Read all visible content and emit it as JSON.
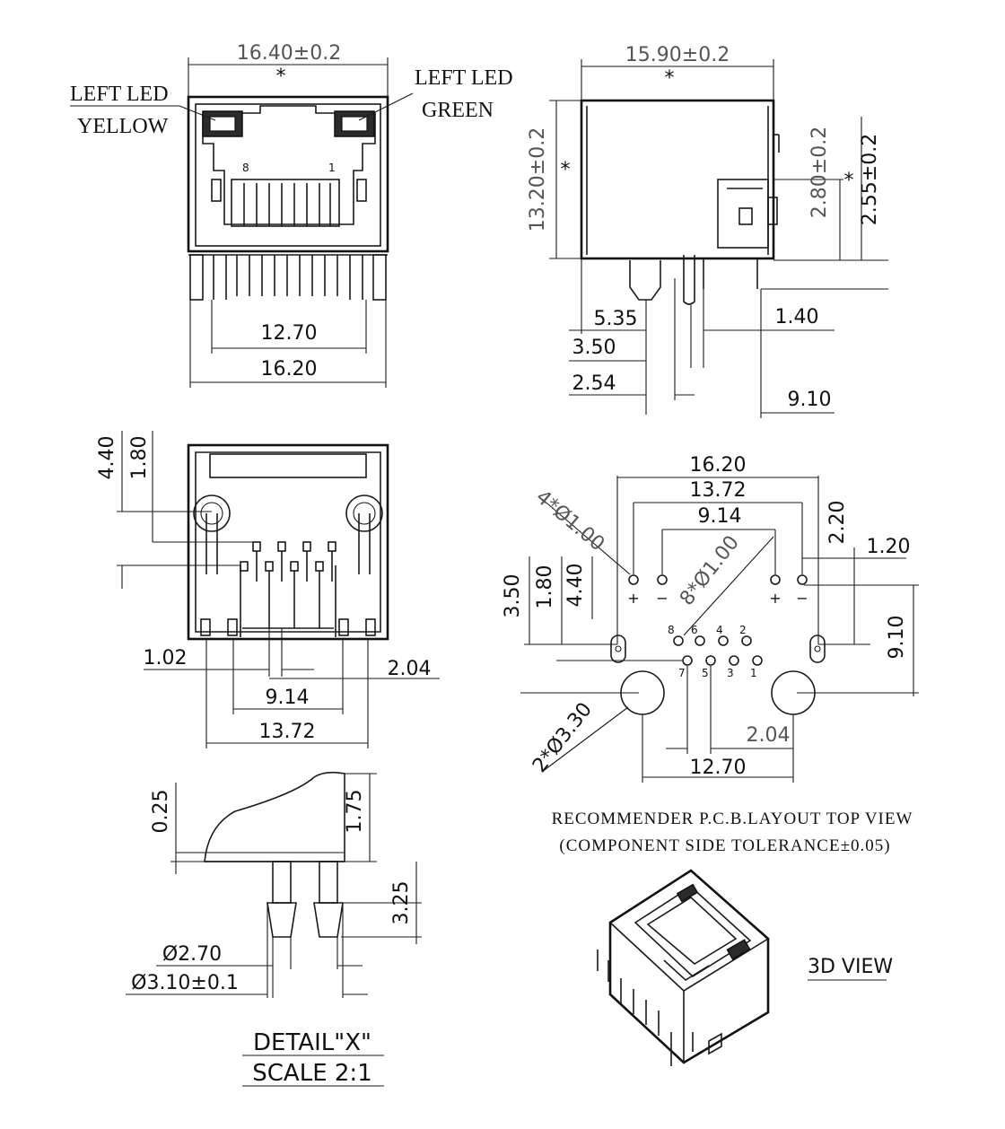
{
  "front_view": {
    "width_top": "16.40±0.2",
    "star": "*",
    "led_left": [
      "LEFT LED",
      "YELLOW"
    ],
    "led_right": [
      "LEFT LED",
      "GREEN"
    ],
    "pin_8": "8",
    "pin_1": "1",
    "pitch_12_70": "12.70",
    "width_bottom": "16.20"
  },
  "side_view": {
    "width": "15.90±0.2",
    "star": "*",
    "height": "13.20±0.2",
    "led_height": "2.80±0.2",
    "led_height2": "2.55±0.2",
    "d_5_35": "5.35",
    "d_3_50": "3.50",
    "d_2_54": "2.54",
    "d_1_40": "1.40",
    "d_9_10": "9.10"
  },
  "bottom_view": {
    "d_4_40": "4.40",
    "d_1_80": "1.80",
    "d_1_02": "1.02",
    "d_2_04": "2.04",
    "d_9_14": "9.14",
    "d_13_72": "13.72"
  },
  "pcb_layout": {
    "d_16_20": "16.20",
    "d_13_72": "13.72",
    "d_9_14": "9.14",
    "d_2_20": "2.20",
    "d_1_20": "1.20",
    "hole4": "4*Ø1.00",
    "hole8": "8*Ø1.00",
    "d_3_50": "3.50",
    "d_1_80": "1.80",
    "d_4_40": "4.40",
    "d_9_10": "9.10",
    "hole2": "2*Ø3.30",
    "d_2_04": "2.04",
    "d_12_70": "12.70",
    "pins_top": [
      "8",
      "6",
      "4",
      "2"
    ],
    "pins_bottom": [
      "7",
      "5",
      "3",
      "1"
    ],
    "plus": "+",
    "minus": "−",
    "caption1": "RECOMMENDER P.C.B.LAYOUT TOP VIEW",
    "caption2": "(COMPONENT SIDE TOLERANCE±0.05)"
  },
  "detail": {
    "d_0_25": "0.25",
    "d_1_75": "1.75",
    "d_3_25": "3.25",
    "d_2_70": "Ø2.70",
    "d_3_10": "Ø3.10±0.1",
    "title": "DETAIL\"X\"",
    "scale": "SCALE 2:1"
  },
  "iso": {
    "label": "3D VIEW"
  }
}
